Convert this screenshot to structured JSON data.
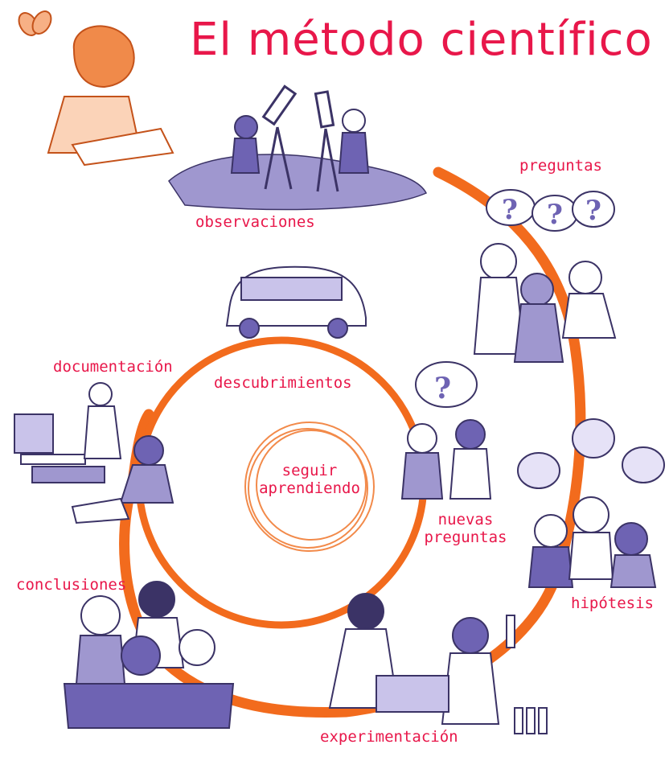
{
  "title": "El método científico",
  "colors": {
    "accent": "#e8174a",
    "ring": "#f26b1d",
    "ink": "#3b3366",
    "fill": "#9f97cf"
  },
  "steps": {
    "observaciones": "observaciones",
    "preguntas": "preguntas",
    "documentacion": "documentación",
    "descubrimientos": "descubrimientos",
    "nuevas_preguntas": [
      "nuevas",
      "preguntas"
    ],
    "conclusiones": "conclusiones",
    "hipotesis": "hipótesis",
    "experimentacion": "experimentación"
  },
  "center": [
    "seguir",
    "aprendiendo"
  ],
  "icons": [
    "question-mark-icon",
    "lightbulb-icon",
    "telescope-icon",
    "computer-icon",
    "test-tube-icon"
  ]
}
